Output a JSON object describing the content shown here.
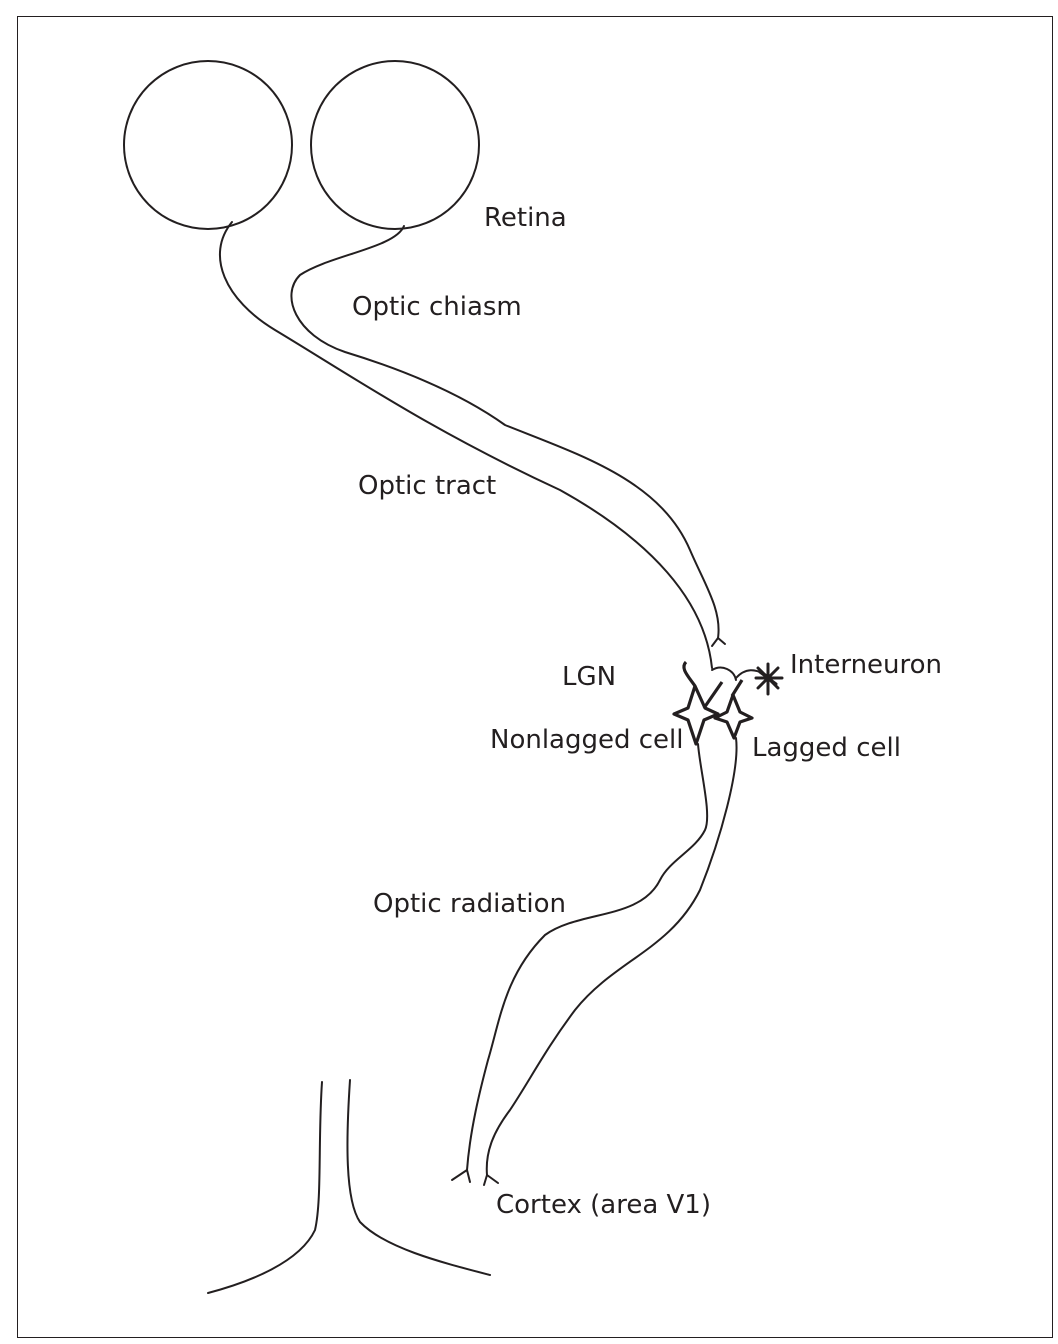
{
  "labels": {
    "retina": "Retina",
    "optic_chiasm": "Optic chiasm",
    "optic_tract": "Optic tract",
    "lgn": "LGN",
    "interneuron": "Interneuron",
    "nonlagged_cell": "Nonlagged cell",
    "lagged_cell": "Lagged cell",
    "optic_radiation": "Optic radiation",
    "cortex": "Cortex (area V1)"
  },
  "colors": {
    "ink": "#231f20",
    "background": "#ffffff"
  }
}
